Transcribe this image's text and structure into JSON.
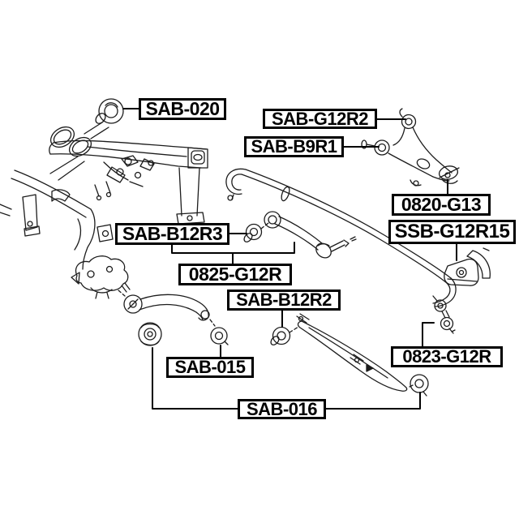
{
  "diagram": {
    "type": "suspension-parts-diagram",
    "background_color": "#ffffff",
    "line_color": "#1c1c1c",
    "label_border_color": "#000000",
    "label_text_color": "#000000",
    "labels": [
      {
        "id": "sab-020",
        "text": "SAB-020"
      },
      {
        "id": "sab-g12r2",
        "text": "SAB-G12R2"
      },
      {
        "id": "sab-b9r1",
        "text": "SAB-B9R1"
      },
      {
        "id": "0820-g13",
        "text": "0820-G13"
      },
      {
        "id": "ssb-g12r15",
        "text": "SSB-G12R15"
      },
      {
        "id": "sab-b12r3",
        "text": "SAB-B12R3"
      },
      {
        "id": "0825-g12r",
        "text": "0825-G12R"
      },
      {
        "id": "sab-b12r2",
        "text": "SAB-B12R2"
      },
      {
        "id": "sab-015",
        "text": "SAB-015"
      },
      {
        "id": "0823-g12r",
        "text": "0823-G12R"
      },
      {
        "id": "sab-016",
        "text": "SAB-016"
      }
    ]
  }
}
